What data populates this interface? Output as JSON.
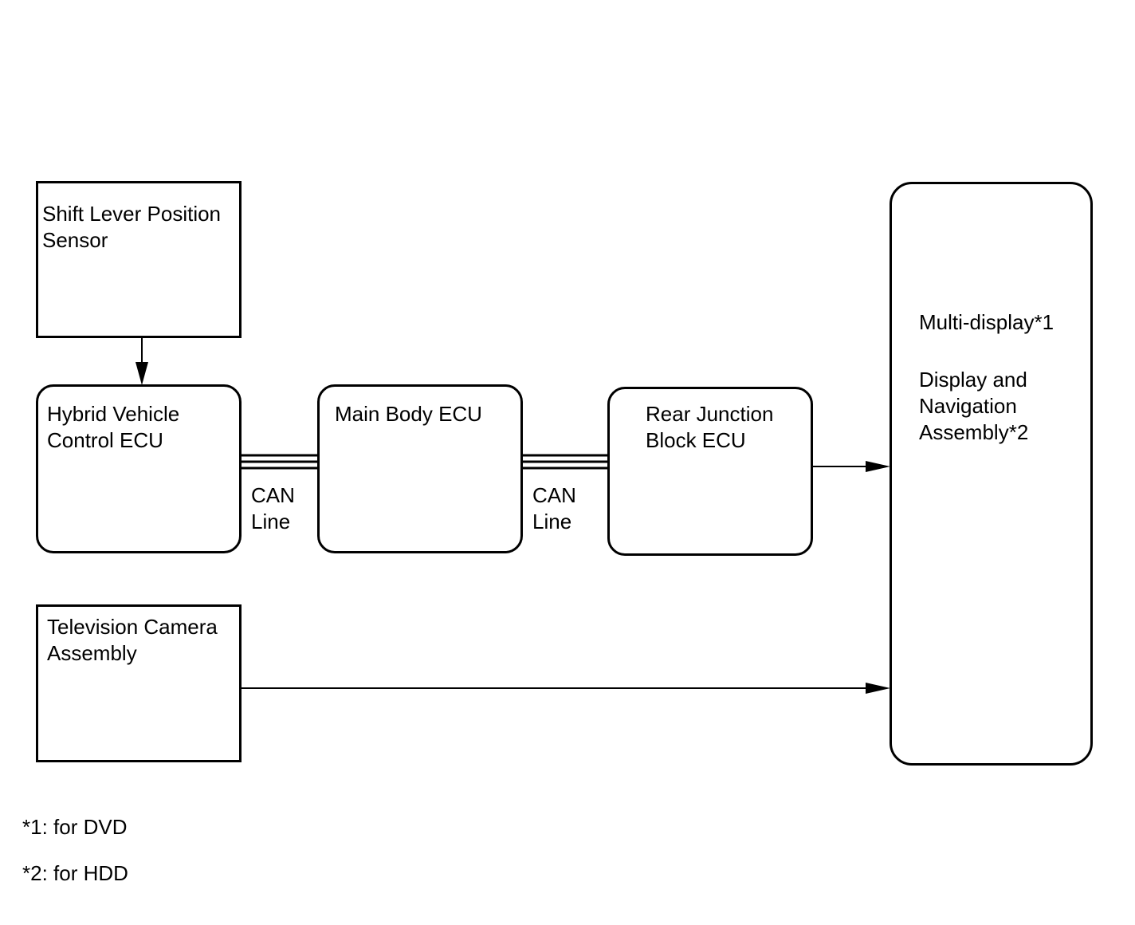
{
  "components": {
    "shift_lever": {
      "line1": "Shift Lever Position",
      "line2": "Sensor"
    },
    "hybrid_ecu": {
      "line1": "Hybrid Vehicle",
      "line2": "Control ECU"
    },
    "main_body_ecu": {
      "line1": "Main Body ECU"
    },
    "rear_junction": {
      "line1": "Rear Junction",
      "line2": "Block ECU"
    },
    "tv_camera": {
      "line1": "Television Camera",
      "line2": "Assembly"
    },
    "display": {
      "line1": "Multi-display*1",
      "line2": "Display and",
      "line3": "Navigation",
      "line4": "Assembly*2"
    }
  },
  "can_labels": {
    "left": {
      "line1": "CAN",
      "line2": "Line"
    },
    "right": {
      "line1": "CAN",
      "line2": "Line"
    }
  },
  "footnotes": {
    "note1": "*1: for DVD",
    "note2": "*2: for HDD"
  }
}
